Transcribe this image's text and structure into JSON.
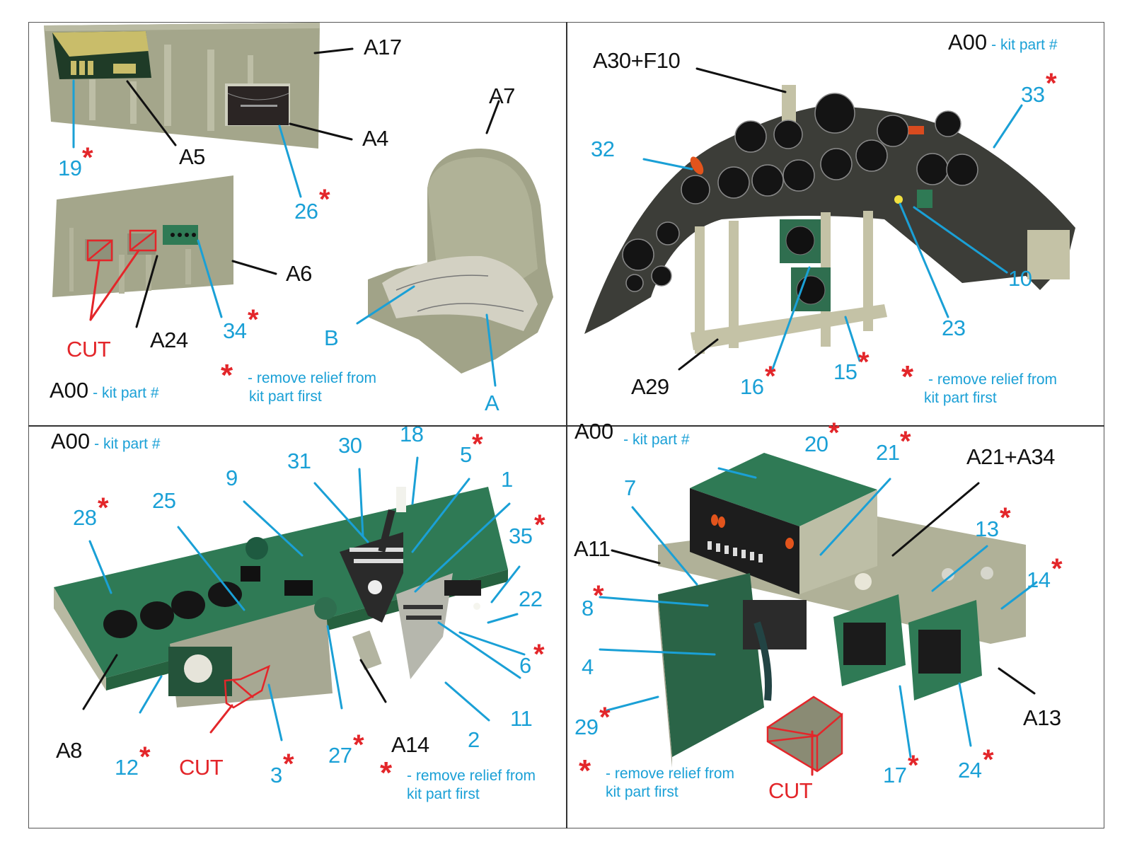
{
  "colors": {
    "part_label": "#1aa0d6",
    "kit_label": "#111111",
    "cut": "#e3262a",
    "asterisk": "#e3262a",
    "resin": "#a5a68b",
    "pcb_green": "#2f7a55",
    "panel_dark": "#3b3c37"
  },
  "legend": {
    "kit_key": "A00",
    "kit_key_desc": "- kit part #",
    "asterisk": "*",
    "note_line1": "- remove relief from",
    "note_line2": "kit part first"
  },
  "panels": [
    {
      "name": "side-walls-and-seat",
      "kit_labels": [
        "A17",
        "A5",
        "A4",
        "A6",
        "A24",
        "A7"
      ],
      "part_labels": [
        {
          "text": "19",
          "asterisk": true
        },
        {
          "text": "26",
          "asterisk": true
        },
        {
          "text": "34",
          "asterisk": true
        },
        {
          "text": "B",
          "asterisk": false
        },
        {
          "text": "A",
          "asterisk": false
        }
      ],
      "cut_label": "CUT"
    },
    {
      "name": "instrument-panel",
      "kit_labels": [
        "A30+F10",
        "A29"
      ],
      "part_labels": [
        {
          "text": "32",
          "asterisk": false
        },
        {
          "text": "33",
          "asterisk": true
        },
        {
          "text": "10",
          "asterisk": false
        },
        {
          "text": "23",
          "asterisk": false
        },
        {
          "text": "16",
          "asterisk": true
        },
        {
          "text": "15",
          "asterisk": true
        }
      ]
    },
    {
      "name": "throttle-console",
      "kit_labels": [
        "A8",
        "A14"
      ],
      "part_labels": [
        {
          "text": "28",
          "asterisk": true
        },
        {
          "text": "25",
          "asterisk": false
        },
        {
          "text": "9",
          "asterisk": false
        },
        {
          "text": "31",
          "asterisk": false
        },
        {
          "text": "30",
          "asterisk": false
        },
        {
          "text": "18",
          "asterisk": false
        },
        {
          "text": "5",
          "asterisk": true
        },
        {
          "text": "1",
          "asterisk": false
        },
        {
          "text": "35",
          "asterisk": true
        },
        {
          "text": "22",
          "asterisk": false
        },
        {
          "text": "6",
          "asterisk": true
        },
        {
          "text": "11",
          "asterisk": false
        },
        {
          "text": "2",
          "asterisk": false
        },
        {
          "text": "27",
          "asterisk": true
        },
        {
          "text": "3",
          "asterisk": true
        },
        {
          "text": "12",
          "asterisk": true
        }
      ],
      "cut_label": "CUT"
    },
    {
      "name": "right-console",
      "kit_labels": [
        "A21+A34",
        "A11",
        "A13"
      ],
      "part_labels": [
        {
          "text": "20",
          "asterisk": true
        },
        {
          "text": "21",
          "asterisk": true
        },
        {
          "text": "7",
          "asterisk": false
        },
        {
          "text": "8",
          "asterisk": true
        },
        {
          "text": "4",
          "asterisk": false
        },
        {
          "text": "29",
          "asterisk": true
        },
        {
          "text": "13",
          "asterisk": true
        },
        {
          "text": "14",
          "asterisk": true
        },
        {
          "text": "17",
          "asterisk": true
        },
        {
          "text": "24",
          "asterisk": true
        }
      ],
      "cut_label": "CUT"
    }
  ]
}
